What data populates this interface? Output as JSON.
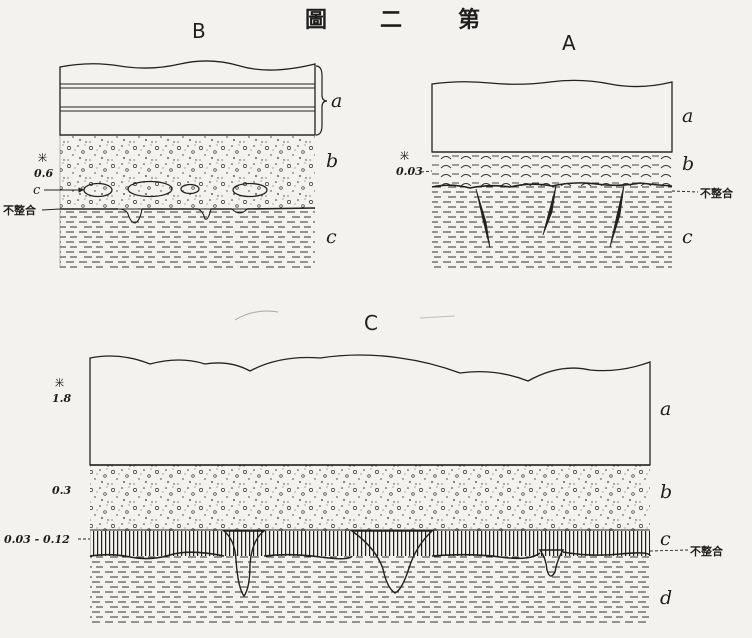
{
  "figure": {
    "title": [
      "圖",
      "二",
      "第"
    ]
  },
  "panel_b": {
    "label": "B",
    "layer_labels": [
      "a",
      "b",
      "c"
    ],
    "lens_label": "c",
    "unit": "米",
    "thickness": "0.6",
    "unconformity": "不整合"
  },
  "panel_a": {
    "label": "A",
    "layer_labels": [
      "a",
      "b",
      "c"
    ],
    "unit": "米",
    "thickness": "0.03",
    "unconformity": "不整合"
  },
  "panel_c": {
    "label": "C",
    "layer_labels": [
      "a",
      "b",
      "c",
      "d"
    ],
    "unit": "米",
    "thickness_a": "1.8",
    "thickness_b": "0.3",
    "thickness_c": "0.03 - 0.12",
    "unconformity": "不整合"
  },
  "colors": {
    "paper": "#f3f2ee",
    "ink": "#222222"
  }
}
